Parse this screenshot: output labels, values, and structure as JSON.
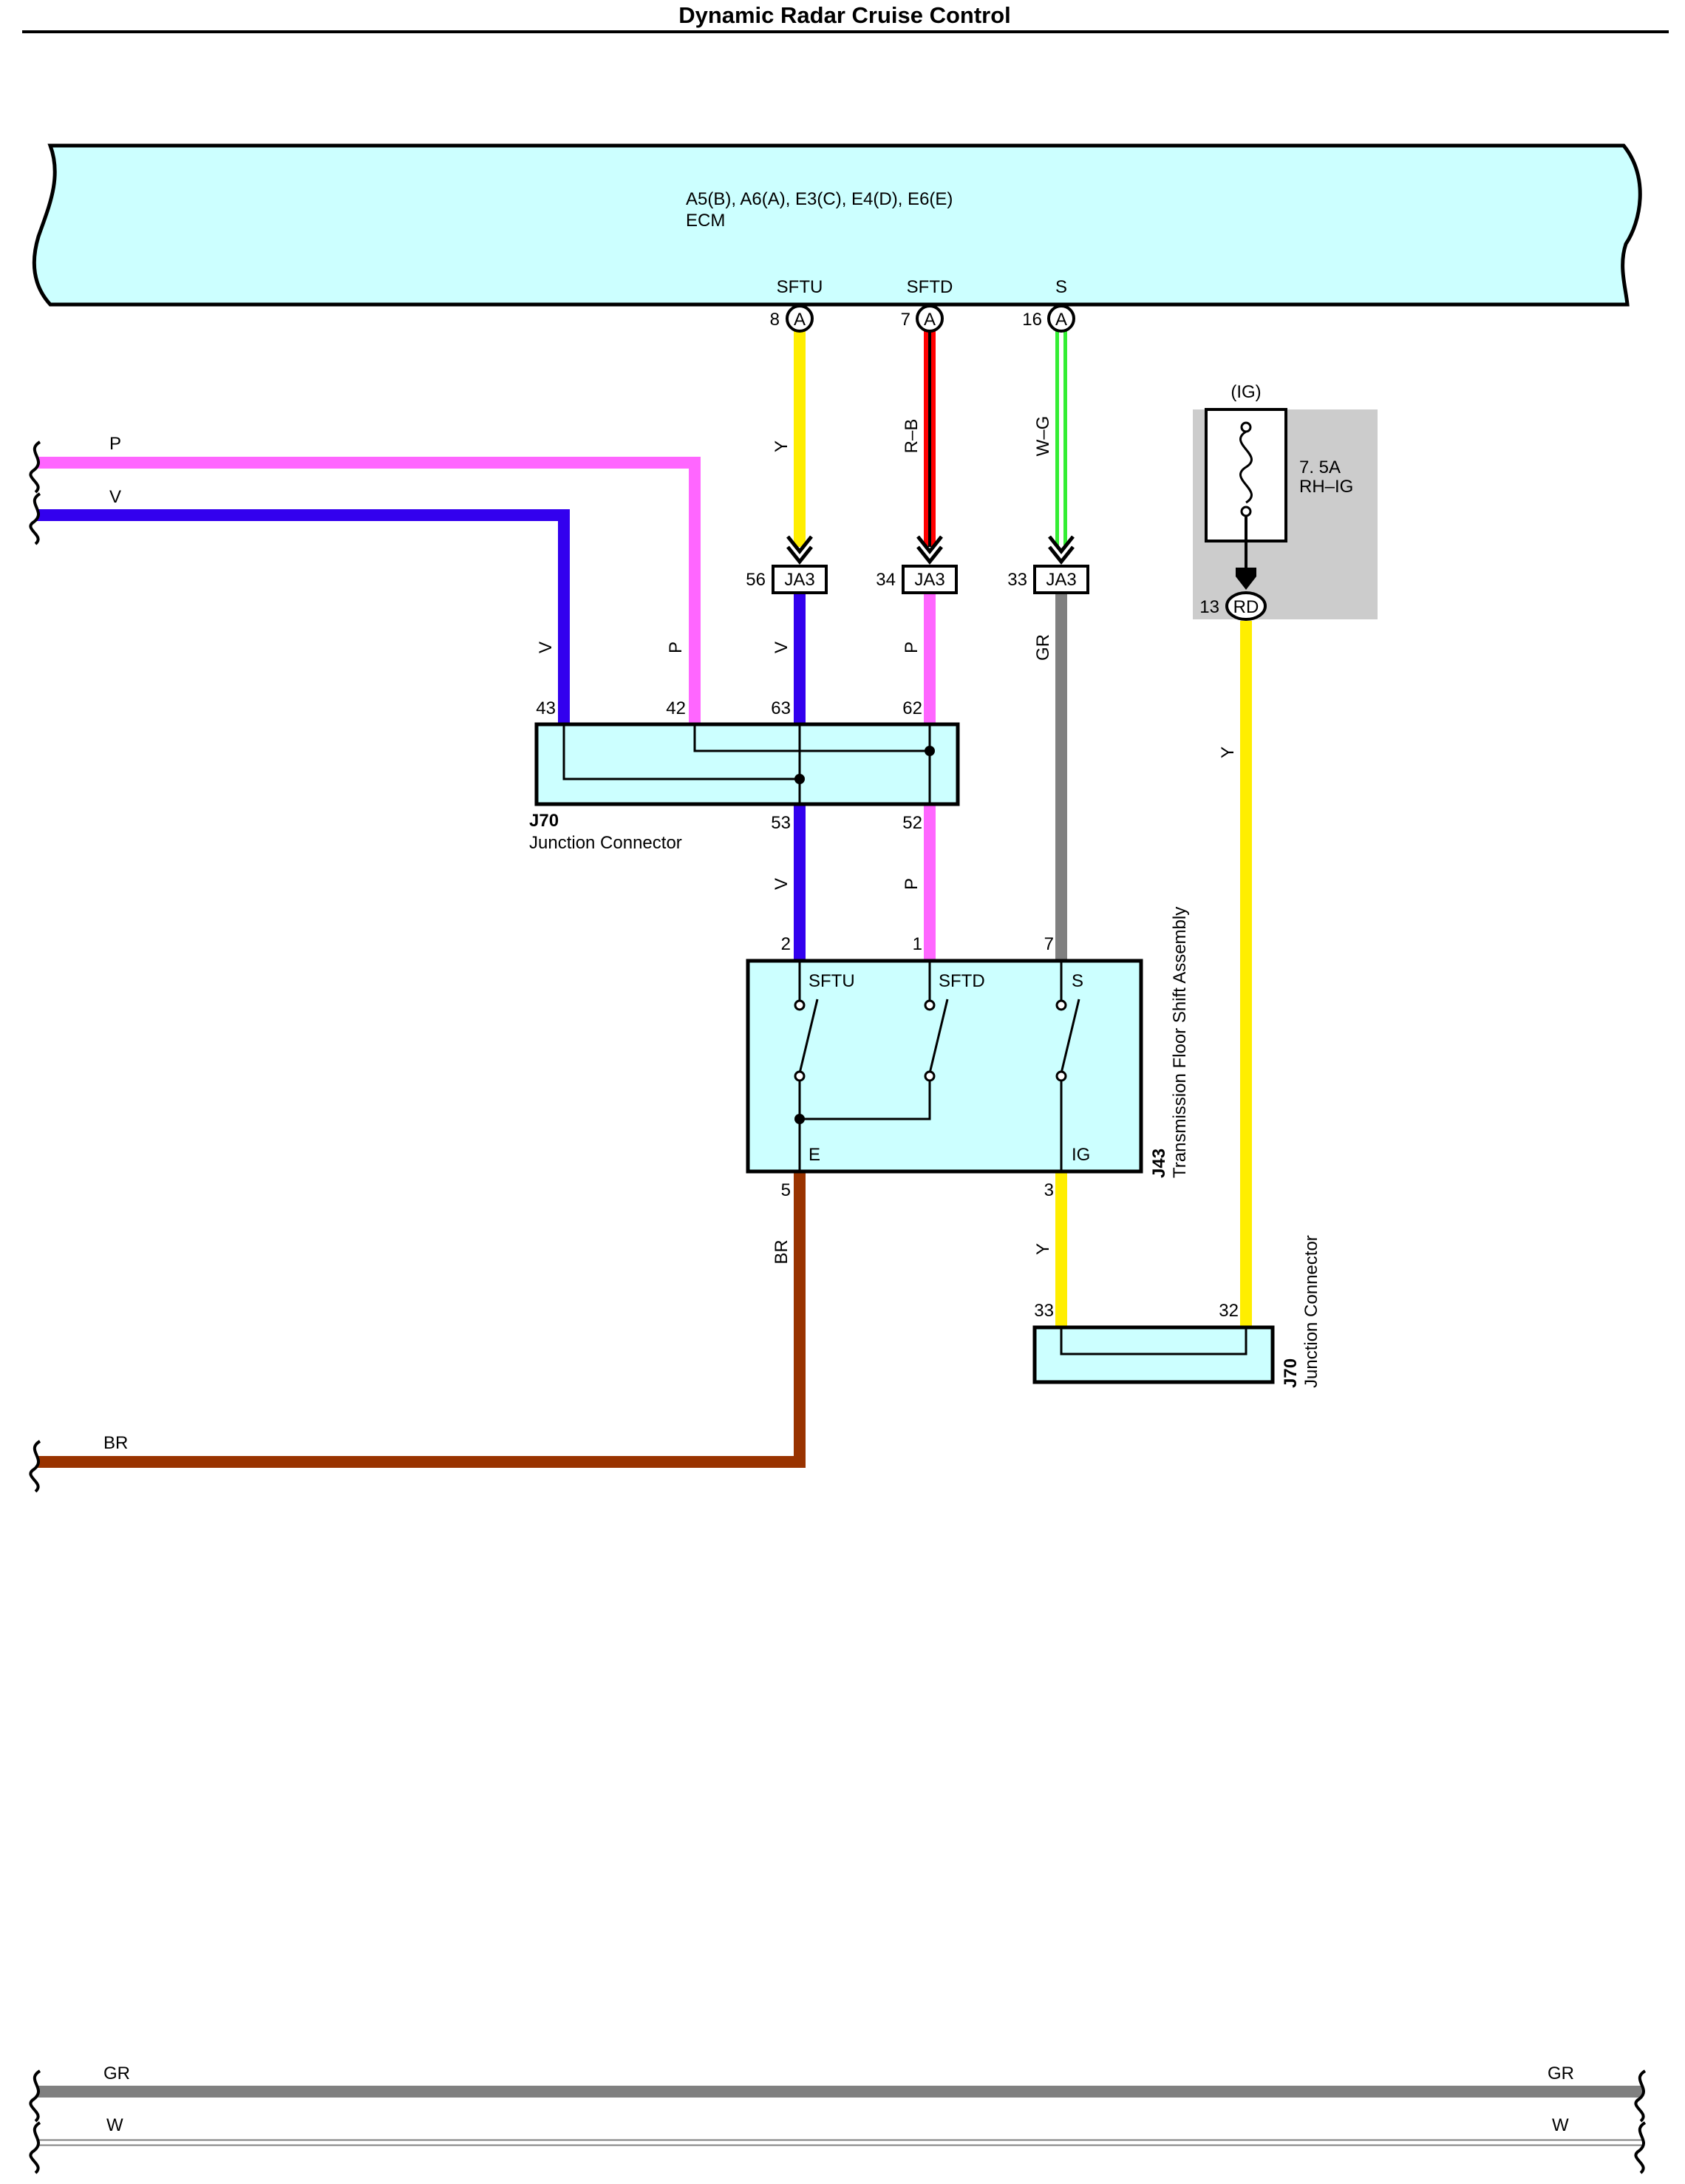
{
  "title": "Dynamic Radar Cruise Control",
  "ecm": {
    "connectors": "A5(B), A6(A), E3(C), E4(D), E6(E)",
    "name": "ECM",
    "terminals": [
      {
        "signal": "SFTU",
        "pin": "8",
        "connector": "A",
        "wire": "Y"
      },
      {
        "signal": "SFTD",
        "pin": "7",
        "connector": "A",
        "wire": "R–B"
      },
      {
        "signal": "S",
        "pin": "16",
        "connector": "A",
        "wire": "W–G"
      }
    ]
  },
  "fuse": {
    "group": "(IG)",
    "rating": "7. 5A",
    "name": "RH–IG",
    "pin": "13",
    "connector": "RD",
    "wire": "Y"
  },
  "ja3": {
    "connector": "JA3",
    "pins": [
      {
        "pin": "56",
        "wire_out": "V"
      },
      {
        "pin": "34",
        "wire_out": "P"
      },
      {
        "pin": "33",
        "wire_out": "GR"
      }
    ]
  },
  "left_wires": [
    {
      "label": "P"
    },
    {
      "label": "V"
    },
    {
      "label": "BR"
    }
  ],
  "j70_top": {
    "id": "J70",
    "name": "Junction Connector",
    "pins_top": [
      {
        "pin": "43",
        "wire": "V"
      },
      {
        "pin": "42",
        "wire": "P"
      },
      {
        "pin": "63",
        "wire": "V"
      },
      {
        "pin": "62",
        "wire": "P"
      }
    ],
    "pins_bottom": [
      {
        "pin": "53",
        "wire": "V"
      },
      {
        "pin": "52",
        "wire": "P"
      }
    ]
  },
  "j43": {
    "id": "J43",
    "name": "Transmission Floor Shift Assembly",
    "pins": [
      {
        "pin": "2",
        "label": "SFTU"
      },
      {
        "pin": "1",
        "label": "SFTD"
      },
      {
        "pin": "7",
        "label": "S"
      },
      {
        "pin": "5",
        "label": "E",
        "wire": "BR"
      },
      {
        "pin": "3",
        "label": "IG",
        "wire": "Y"
      }
    ]
  },
  "j70_bottom": {
    "id": "J70",
    "name": "Junction Connector",
    "pins": [
      {
        "pin": "33"
      },
      {
        "pin": "32"
      }
    ]
  },
  "bottom_wires": [
    {
      "label": "GR"
    },
    {
      "label": "W"
    }
  ],
  "colors": {
    "ecm_fill": "#ccffff",
    "pink": "#ff66ff",
    "violet": "#3300ee",
    "yellow": "#ffee00",
    "red": "#ff0000",
    "green": "#33ee33",
    "gray": "#808080",
    "brown": "#993300",
    "fuse_panel": "#cccccc"
  }
}
